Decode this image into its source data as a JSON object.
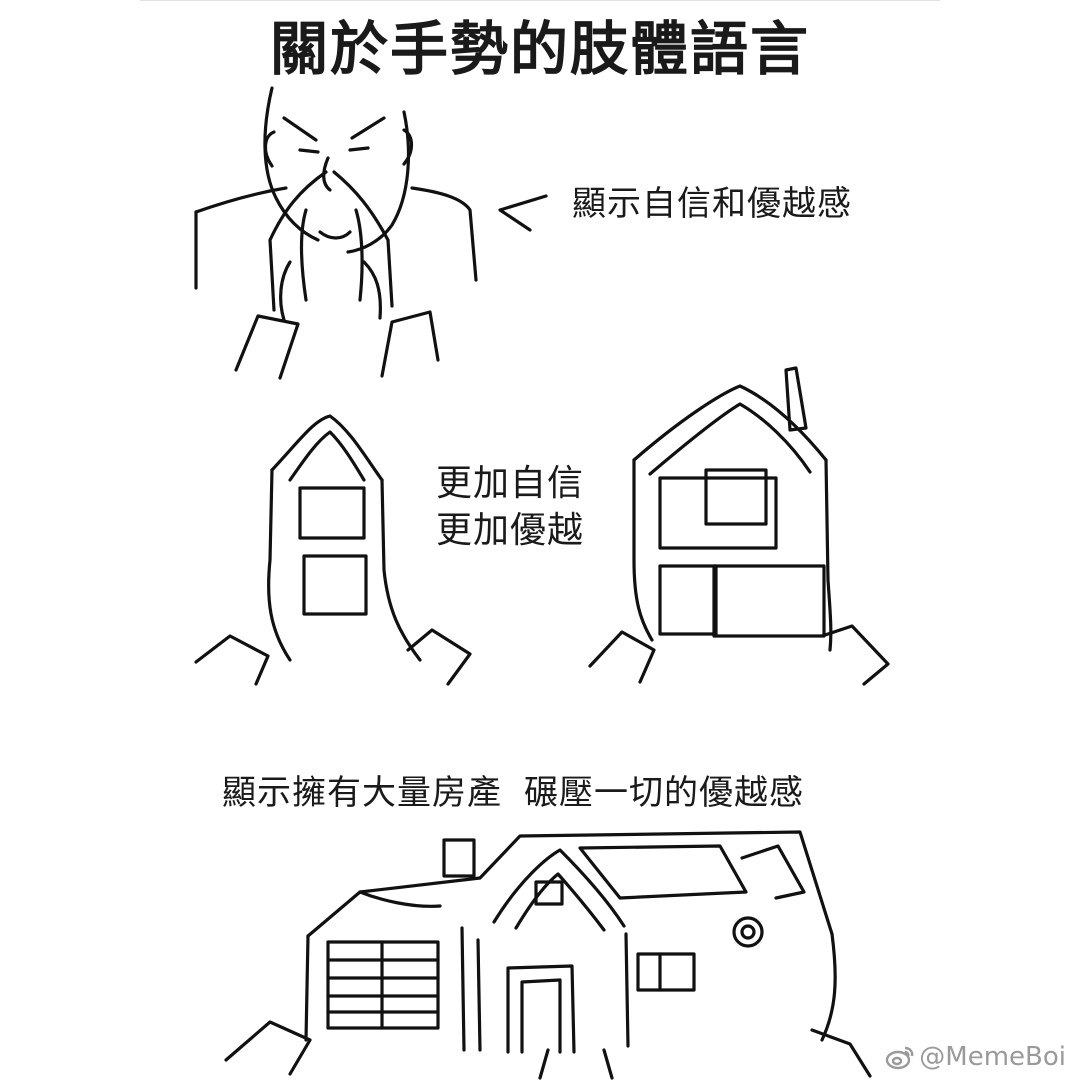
{
  "title": "關於手勢的肢體語言",
  "captions": {
    "first": "顯示自信和優越感",
    "second_line1": "更加自信",
    "second_line2": "更加優越",
    "third_part1": "顯示擁有大量房產",
    "third_part2": "碾壓一切的優越感"
  },
  "watermark": {
    "icon": "weibo-icon",
    "handle": "@MemeBoi"
  },
  "colors": {
    "line": "#111111",
    "background": "#ffffff",
    "watermark": "#9a9a9a"
  }
}
